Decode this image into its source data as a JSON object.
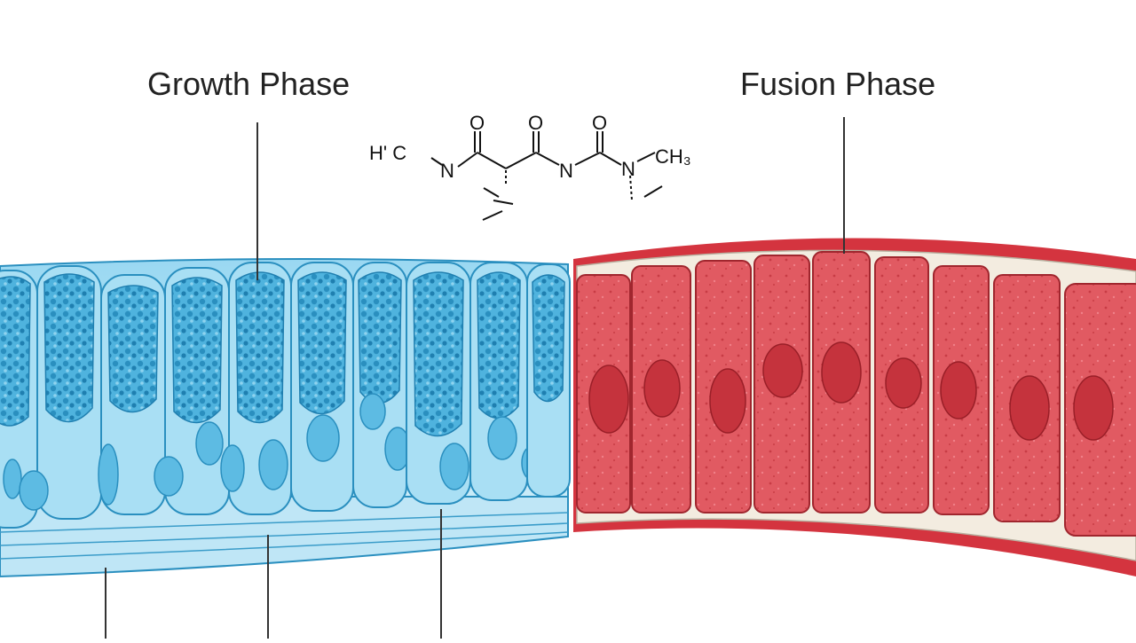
{
  "labels": {
    "growth": "Growth Phase",
    "fusion": "Fusion Phase"
  },
  "molecule": {
    "left_group": "H' C",
    "n1": "N",
    "n2": "N",
    "n3": "N",
    "o1": "O",
    "o2": "O",
    "o3": "O",
    "right_group": "CH₃"
  },
  "colors": {
    "growth_tissue": "#7cc8e8",
    "growth_outline": "#2a8fbf",
    "fusion_tissue": "#e0545c",
    "fusion_outline": "#a0262e",
    "fusion_border": "#f3ece0"
  }
}
